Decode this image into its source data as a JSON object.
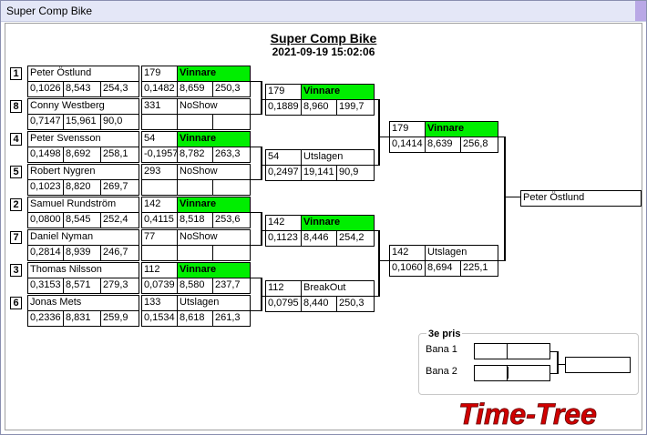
{
  "window": {
    "title": "Super Comp Bike"
  },
  "header": {
    "title": "Super Comp Bike",
    "datetime": "2021-09-19 15:02:06"
  },
  "round1": [
    {
      "seed": "1",
      "name": "Peter Östlund",
      "rt": "0,1026",
      "et": "8,543",
      "speed": "254,3",
      "result": {
        "num": "179",
        "status": "Vinnare",
        "rt": "0,1482",
        "et": "8,659",
        "speed": "250,3"
      }
    },
    {
      "seed": "8",
      "name": "Conny Westberg",
      "rt": "0,7147",
      "et": "15,961",
      "speed": "90,0",
      "result": {
        "num": "331",
        "status": "NoShow",
        "rt": "",
        "et": "",
        "speed": ""
      }
    },
    {
      "seed": "4",
      "name": "Peter Svensson",
      "rt": "0,1498",
      "et": "8,692",
      "speed": "258,1",
      "result": {
        "num": "54",
        "status": "Vinnare",
        "rt": "-0,1957",
        "et": "8,782",
        "speed": "263,3"
      }
    },
    {
      "seed": "5",
      "name": "Robert Nygren",
      "rt": "0,1023",
      "et": "8,820",
      "speed": "269,7",
      "result": {
        "num": "293",
        "status": "NoShow",
        "rt": "",
        "et": "",
        "speed": ""
      }
    },
    {
      "seed": "2",
      "name": "Samuel Rundström",
      "rt": "0,0800",
      "et": "8,545",
      "speed": "252,4",
      "result": {
        "num": "142",
        "status": "Vinnare",
        "rt": "0,4115",
        "et": "8,518",
        "speed": "253,6"
      }
    },
    {
      "seed": "7",
      "name": "Daniel Nyman",
      "rt": "0,2814",
      "et": "8,939",
      "speed": "246,7",
      "result": {
        "num": "77",
        "status": "NoShow",
        "rt": "",
        "et": "",
        "speed": ""
      }
    },
    {
      "seed": "3",
      "name": "Thomas Nilsson",
      "rt": "0,3153",
      "et": "8,571",
      "speed": "279,3",
      "result": {
        "num": "112",
        "status": "Vinnare",
        "rt": "0,0739",
        "et": "8,580",
        "speed": "237,7"
      }
    },
    {
      "seed": "6",
      "name": "Jonas Mets",
      "rt": "0,2336",
      "et": "8,831",
      "speed": "259,9",
      "result": {
        "num": "133",
        "status": "Utslagen",
        "rt": "0,1534",
        "et": "8,618",
        "speed": "261,3"
      }
    }
  ],
  "semis": [
    {
      "num": "179",
      "status": "Vinnare",
      "rt": "0,1889",
      "et": "8,960",
      "speed": "199,7"
    },
    {
      "num": "54",
      "status": "Utslagen",
      "rt": "0,2497",
      "et": "19,141",
      "speed": "90,9"
    },
    {
      "num": "142",
      "status": "Vinnare",
      "rt": "0,1123",
      "et": "8,446",
      "speed": "254,2"
    },
    {
      "num": "112",
      "status": "BreakOut",
      "rt": "0,0795",
      "et": "8,440",
      "speed": "250,3"
    }
  ],
  "final": [
    {
      "num": "179",
      "status": "Vinnare",
      "rt": "0,1414",
      "et": "8,639",
      "speed": "256,8"
    },
    {
      "num": "142",
      "status": "Utslagen",
      "rt": "0,1060",
      "et": "8,694",
      "speed": "225,1"
    }
  ],
  "champion": {
    "name": "Peter Östlund"
  },
  "third_place": {
    "title": "3e pris",
    "lane1": "Bana 1",
    "lane2": "Bana 2"
  },
  "logo": {
    "text": "Time-Tree"
  },
  "colors": {
    "winner": "#00ee00",
    "logo": "#d10000"
  }
}
